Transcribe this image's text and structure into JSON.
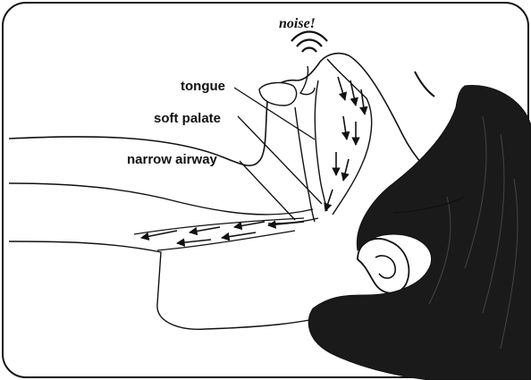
{
  "labels": {
    "noise": "noise!",
    "tongue": "tongue",
    "soft_palate": "soft palate",
    "narrow_airway": "narrow airway"
  },
  "colors": {
    "ink": "#111111",
    "hair": "#1a1a1a",
    "background": "#ffffff"
  }
}
